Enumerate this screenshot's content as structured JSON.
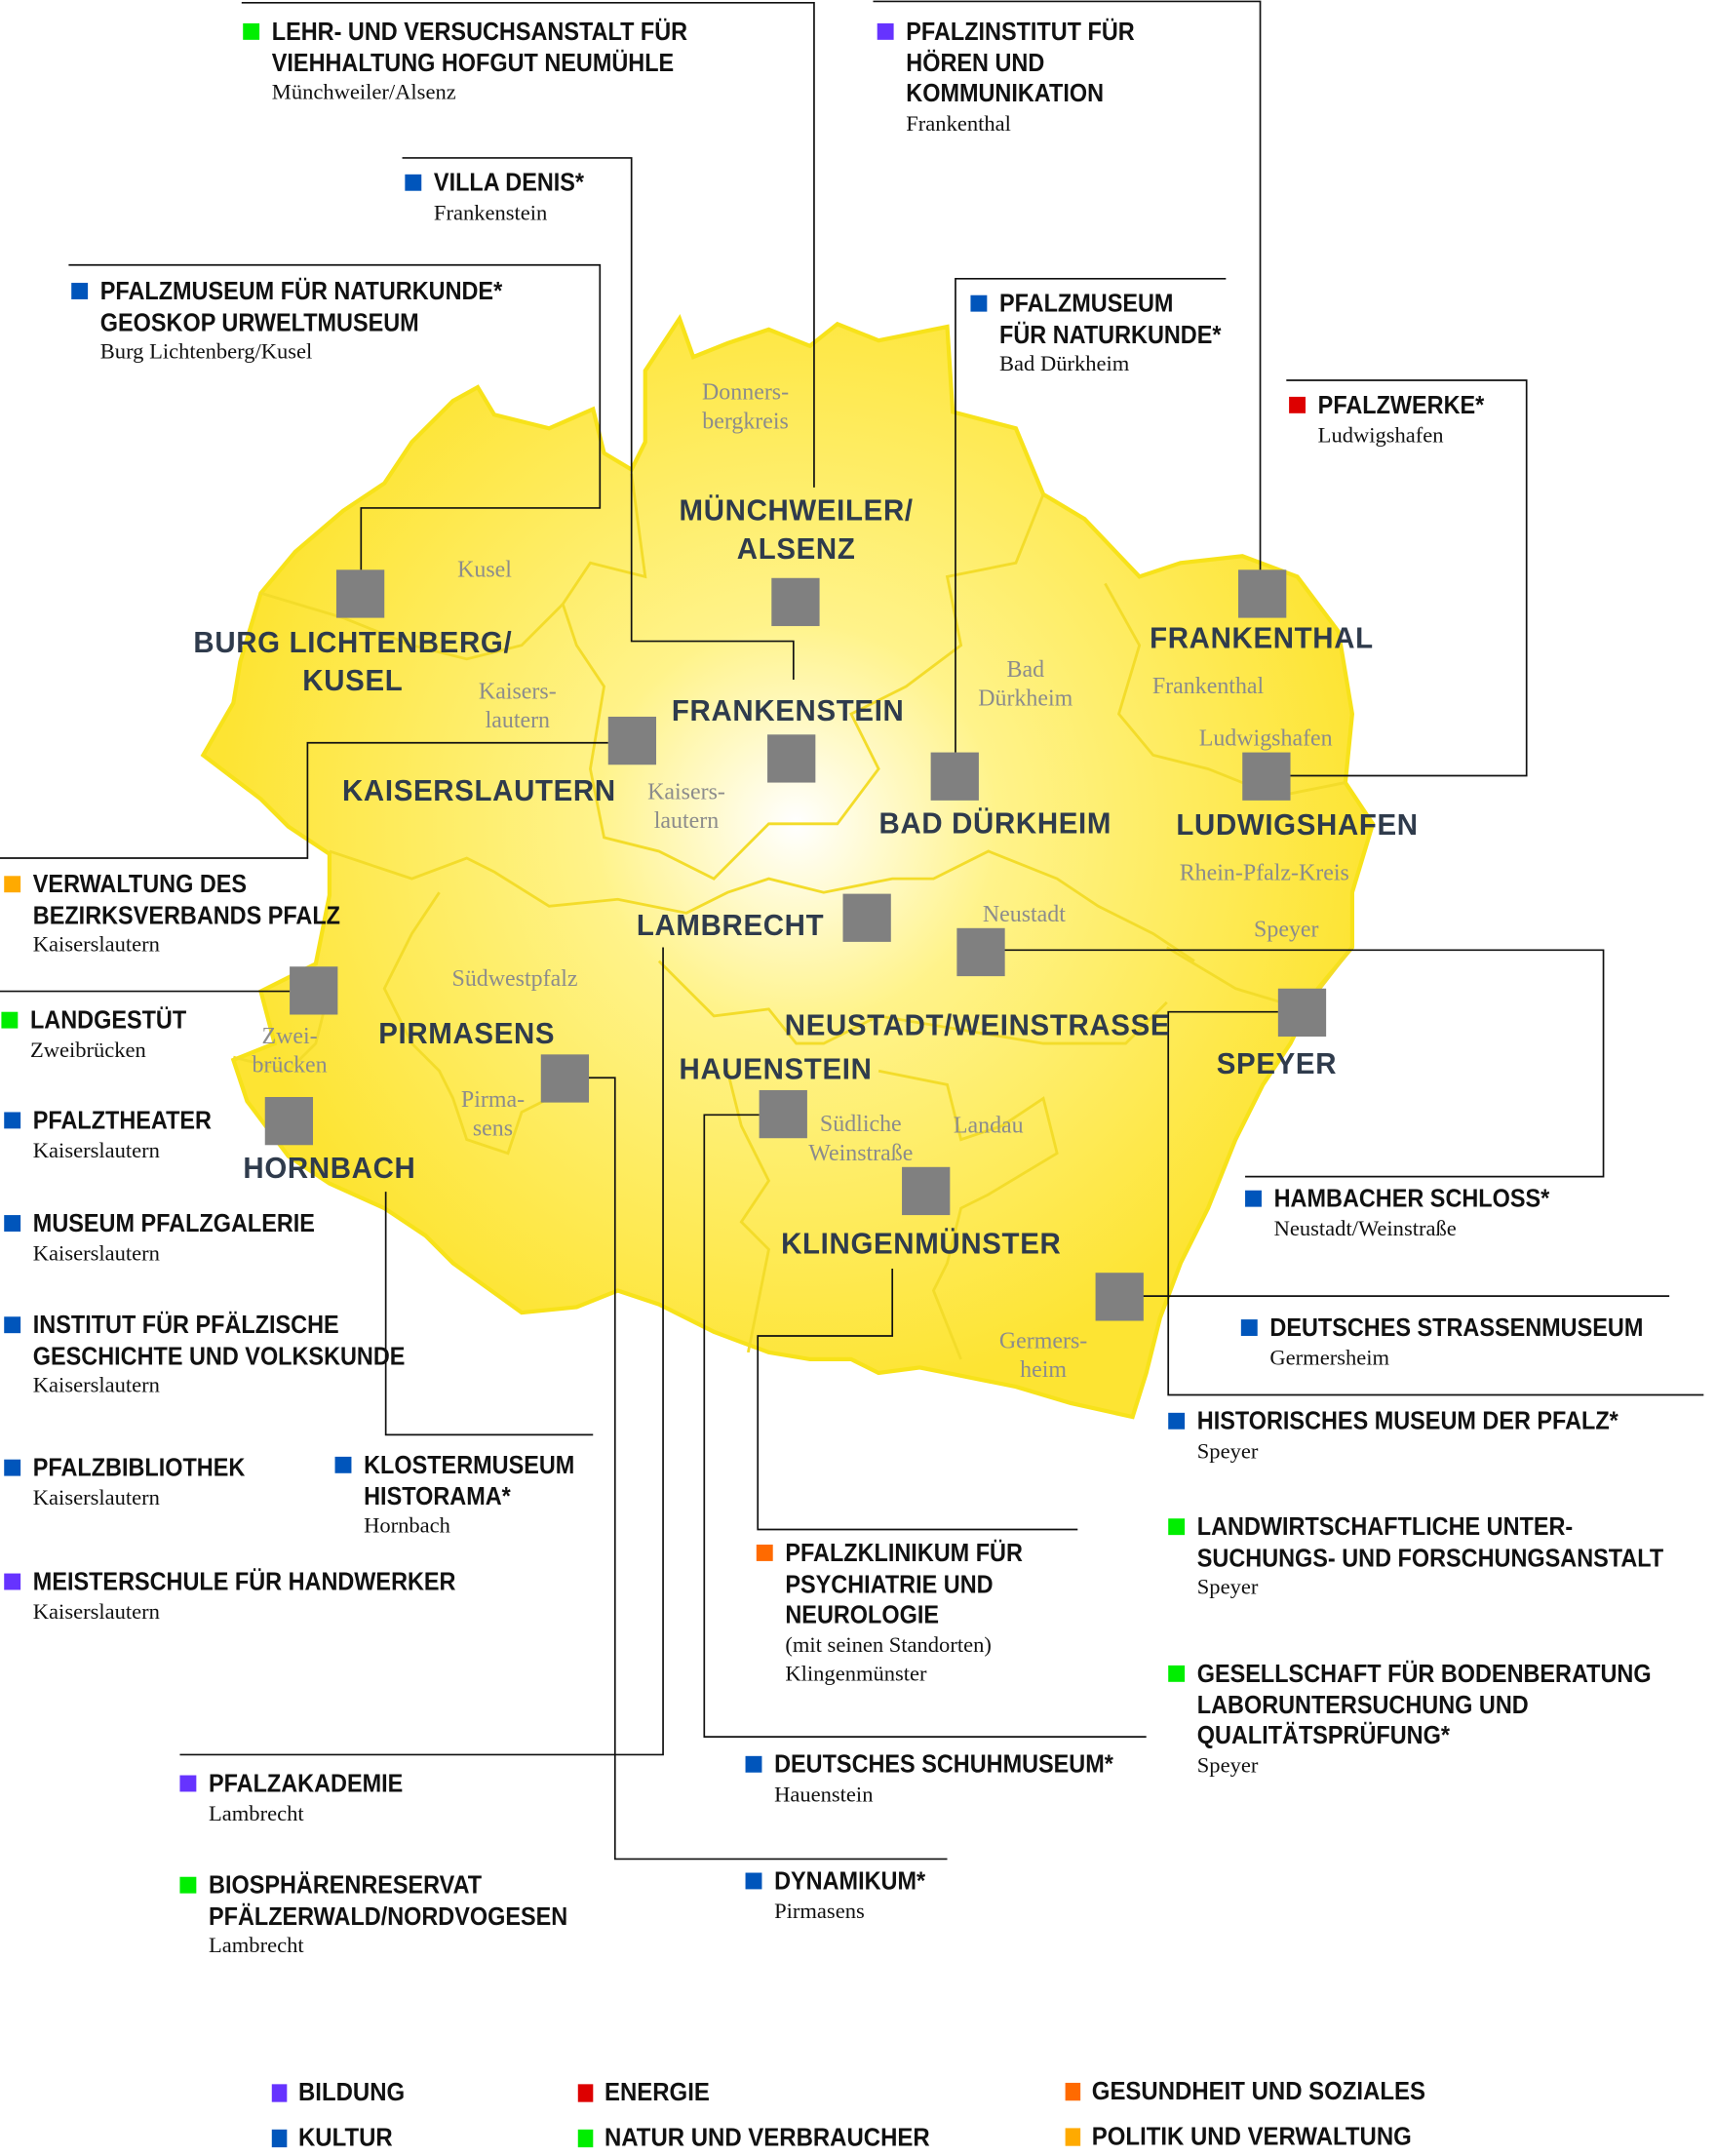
{
  "colors": {
    "bildung": "#6633ff",
    "energie": "#dd0000",
    "gesundheit": "#ff6a00",
    "kultur": "#0055bb",
    "natur": "#00ee00",
    "politik": "#ffaa00",
    "marker": "#808080",
    "map_fill": "#fde433"
  },
  "institutions": [
    {
      "title": [
        "LEHR- UND VERSUCHSANSTALT FÜR",
        "VIEHHALTUNG HOFGUT NEUMÜHLE"
      ],
      "place": [
        "Münchweiler/Alsenz"
      ],
      "category": "natur"
    },
    {
      "title": [
        "PFALZINSTITUT FÜR",
        "HÖREN UND",
        "KOMMUNIKATION"
      ],
      "place": [
        "Frankenthal"
      ],
      "category": "bildung"
    },
    {
      "title": [
        "VILLA DENIS*"
      ],
      "place": [
        "Frankenstein"
      ],
      "category": "kultur"
    },
    {
      "title": [
        "PFALZMUSEUM FÜR NATURKUNDE*",
        "GEOSKOP URWELTMUSEUM"
      ],
      "place": [
        "Burg Lichtenberg/Kusel"
      ],
      "category": "kultur"
    },
    {
      "title": [
        "PFALZMUSEUM",
        "FÜR NATURKUNDE*"
      ],
      "place": [
        "Bad Dürkheim"
      ],
      "category": "kultur"
    },
    {
      "title": [
        "PFALZWERKE*"
      ],
      "place": [
        "Ludwigshafen"
      ],
      "category": "energie"
    },
    {
      "title": [
        "VERWALTUNG DES",
        "BEZIRKSVERBANDS PFALZ"
      ],
      "place": [
        "Kaiserslautern"
      ],
      "category": "politik"
    },
    {
      "title": [
        "LANDGESTÜT"
      ],
      "place": [
        "Zweibrücken"
      ],
      "category": "natur"
    },
    {
      "title": [
        "PFALZTHEATER"
      ],
      "place": [
        "Kaiserslautern"
      ],
      "category": "kultur"
    },
    {
      "title": [
        "MUSEUM PFALZGALERIE"
      ],
      "place": [
        "Kaiserslautern"
      ],
      "category": "kultur"
    },
    {
      "title": [
        "INSTITUT FÜR PFÄLZISCHE",
        "GESCHICHTE UND VOLKSKUNDE"
      ],
      "place": [
        "Kaiserslautern"
      ],
      "category": "kultur"
    },
    {
      "title": [
        "PFALZBIBLIOTHEK"
      ],
      "place": [
        "Kaiserslautern"
      ],
      "category": "kultur"
    },
    {
      "title": [
        "KLOSTERMUSEUM",
        "HISTORAMA*"
      ],
      "place": [
        "Hornbach"
      ],
      "category": "kultur"
    },
    {
      "title": [
        "MEISTERSCHULE FÜR HANDWERKER"
      ],
      "place": [
        "Kaiserslautern"
      ],
      "category": "bildung"
    },
    {
      "title": [
        "PFALZAKADEMIE"
      ],
      "place": [
        "Lambrecht"
      ],
      "category": "bildung"
    },
    {
      "title": [
        "BIOSPHÄRENRESERVAT",
        "PFÄLZERWALD/NORDVOGESEN"
      ],
      "place": [
        "Lambrecht"
      ],
      "category": "natur"
    },
    {
      "title": [
        "DEUTSCHES SCHUHMUSEUM*"
      ],
      "place": [
        "Hauenstein"
      ],
      "category": "kultur"
    },
    {
      "title": [
        "DYNAMIKUM*"
      ],
      "place": [
        "Pirmasens"
      ],
      "category": "kultur"
    },
    {
      "title": [
        "PFALZKLINIKUM FÜR",
        "PSYCHIATRIE UND",
        "NEUROLOGIE"
      ],
      "place": [
        "(mit seinen Standorten)",
        "Klingenmünster"
      ],
      "category": "gesundheit"
    },
    {
      "title": [
        "HAMBACHER SCHLOSS*"
      ],
      "place": [
        "Neustadt/Weinstraße"
      ],
      "category": "kultur"
    },
    {
      "title": [
        "DEUTSCHES STRASSENMUSEUM"
      ],
      "place": [
        "Germersheim"
      ],
      "category": "kultur"
    },
    {
      "title": [
        "HISTORISCHES MUSEUM DER PFALZ*"
      ],
      "place": [
        "Speyer"
      ],
      "category": "kultur"
    },
    {
      "title": [
        "LANDWIRTSCHAFTLICHE UNTER-",
        "SUCHUNGS- UND FORSCHUNGSANSTALT"
      ],
      "place": [
        "Speyer"
      ],
      "category": "natur"
    },
    {
      "title": [
        "GESELLSCHAFT FÜR BODENBERATUNG",
        "LABORUNTERSUCHUNG UND",
        "QUALITÄTSPRÜFUNG*"
      ],
      "place": [
        "Speyer"
      ],
      "category": "natur"
    }
  ],
  "cities": [
    [
      "MÜNCHWEILER/",
      "ALSENZ"
    ],
    [
      "BURG LICHTENBERG/",
      "KUSEL"
    ],
    [
      "FRANKENSTEIN"
    ],
    [
      "KAISERSLAUTERN"
    ],
    [
      "BAD DÜRKHEIM"
    ],
    [
      "FRANKENTHAL"
    ],
    [
      "LUDWIGSHAFEN"
    ],
    [
      "LAMBRECHT"
    ],
    [
      "NEUSTADT/WEINSTRASSE"
    ],
    [
      "SPEYER"
    ],
    [
      "PIRMASENS"
    ],
    [
      "HAUENSTEIN"
    ],
    [
      "HORNBACH"
    ],
    [
      "KLINGENMÜNSTER"
    ]
  ],
  "districts": [
    [
      "Donners-",
      "bergkreis"
    ],
    [
      "Kusel"
    ],
    [
      "Kaisers-",
      "lautern"
    ],
    [
      "Kaisers-",
      "lautern"
    ],
    [
      "Bad",
      "Dürkheim"
    ],
    [
      "Frankenthal"
    ],
    [
      "Ludwigshafen"
    ],
    [
      "Rhein-Pfalz-Kreis"
    ],
    [
      "Speyer"
    ],
    [
      "Neustadt"
    ],
    [
      "Südwestpfalz"
    ],
    [
      "Zwei-",
      "brücken"
    ],
    [
      "Pirma-",
      "sens"
    ],
    [
      "Südliche",
      "Weinstraße"
    ],
    [
      "Landau"
    ],
    [
      "Germers-",
      "heim"
    ]
  ],
  "legend": [
    {
      "label": "BILDUNG",
      "category": "bildung"
    },
    {
      "label": "ENERGIE",
      "category": "energie"
    },
    {
      "label": "GESUNDHEIT UND SOZIALES",
      "category": "gesundheit"
    },
    {
      "label": "KULTUR",
      "category": "kultur"
    },
    {
      "label": "NATUR UND VERBRAUCHER",
      "category": "natur"
    },
    {
      "label": "POLITIK UND VERWALTUNG",
      "category": "politik"
    }
  ]
}
